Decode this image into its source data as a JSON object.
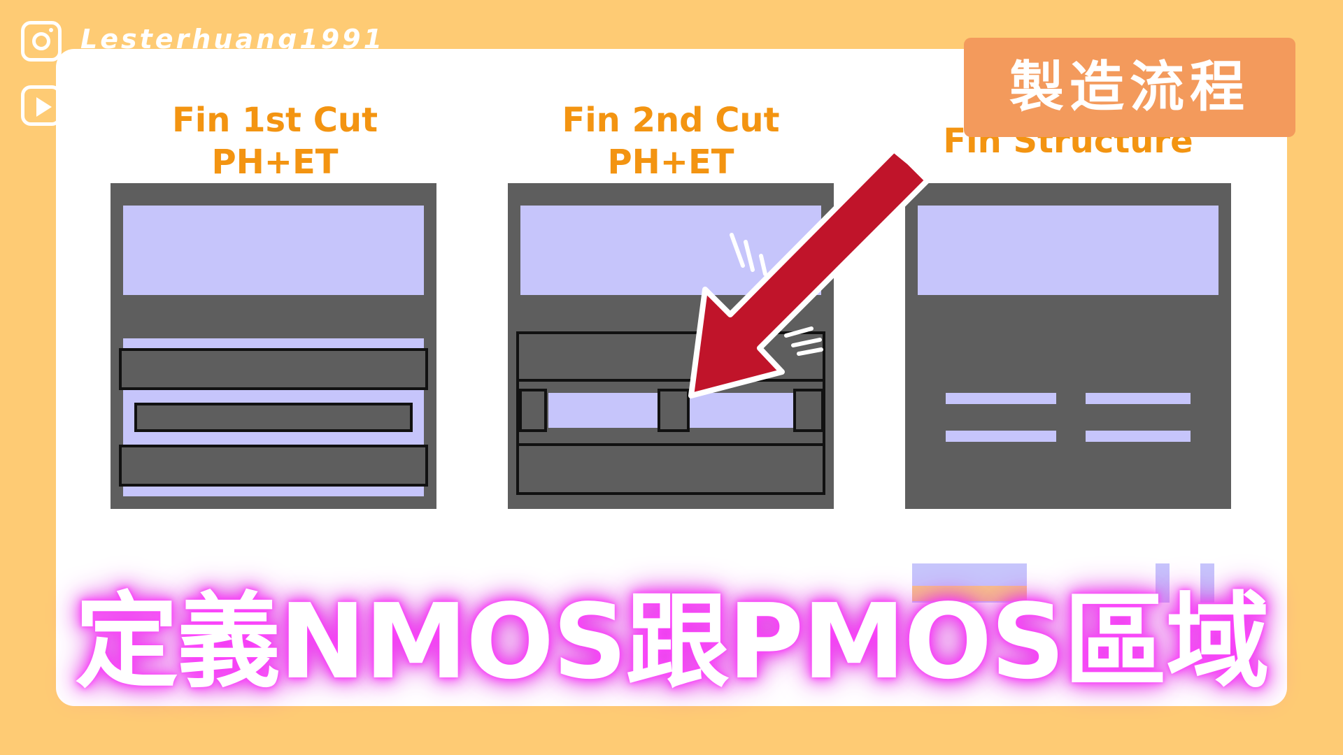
{
  "social": {
    "handle": "Lesterhuang1991",
    "instagram_icon": "instagram-icon",
    "youtube_icon": "youtube-play-icon"
  },
  "badge": {
    "text": "製造流程"
  },
  "panels": [
    {
      "title_line1": "Fin 1st Cut",
      "title_line2": "PH+ET"
    },
    {
      "title_line1": "Fin 2nd Cut",
      "title_line2": "PH+ET"
    },
    {
      "title_line1": "Fin Structure",
      "title_line2": ""
    }
  ],
  "caption": "定義NMOS跟PMOS區域",
  "colors": {
    "background": "#FECB74",
    "card": "#FFFFFF",
    "title": "#F39411",
    "panel": "#5E5E5E",
    "lavender": "#C6C5FB",
    "badge": "#F39A5C",
    "arrow": "#C0142A",
    "caption_glow": "#E81FE8"
  }
}
